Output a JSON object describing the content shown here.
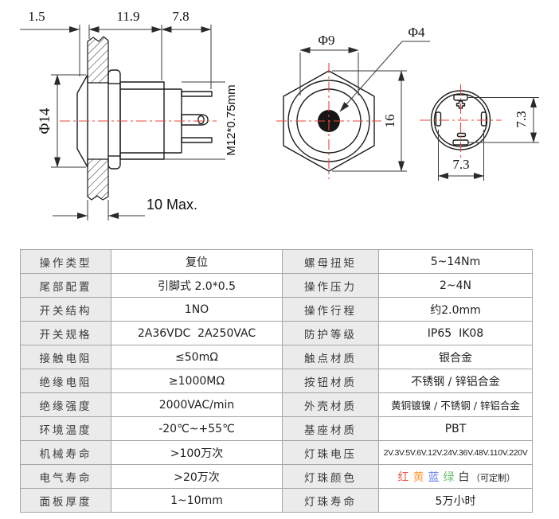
{
  "colors": {
    "line": "#1c1c1c",
    "centerline_red": "#e8453c",
    "table_border": "#a5a5a5",
    "label_cell_bg": "#ebebeb",
    "led_red": "#f05042",
    "led_yellow": "#ff9d3c",
    "led_blue": "#5e7ef2",
    "led_green": "#6abf6e"
  },
  "drawings": {
    "side_view": {
      "dim_flange": "1.5",
      "dim_body": "11.9",
      "dim_pins": "7.8",
      "dim_diameter": "Φ14",
      "dim_thread": "M12*0.75mm",
      "dim_panel_max": "10 Max."
    },
    "front_view": {
      "dim_button": "Φ9",
      "dim_led": "Φ4",
      "dim_across": "16"
    },
    "back_view": {
      "dim_pin_spacing_h": "7.3",
      "dim_pin_spacing_v": "7.3"
    }
  },
  "spec_table": {
    "rows": [
      {
        "l_label": "操作类型",
        "l_value": "复位",
        "r_label": "螺母扭矩",
        "r_value": "5~14Nm"
      },
      {
        "l_label": "尾部配置",
        "l_value": "引脚式 2.0*0.5",
        "r_label": "操作压力",
        "r_value": "2~4N"
      },
      {
        "l_label": "开关结构",
        "l_value": "1NO",
        "r_label": "操作行程",
        "r_value": "约2.0mm"
      },
      {
        "l_label": "开关规格",
        "l_value": "2A36VDC  2A250VAC",
        "r_label": "防护等级",
        "r_value": "IP65  IK08"
      },
      {
        "l_label": "接触电阻",
        "l_value": "≤50mΩ",
        "r_label": "触点材质",
        "r_value": "银合金"
      },
      {
        "l_label": "绝缘电阻",
        "l_value": "≥1000MΩ",
        "r_label": "按钮材质",
        "r_value": "不锈钢 / 锌铝合金"
      },
      {
        "l_label": "绝缘强度",
        "l_value": "2000VAC/min",
        "r_label": "外壳材质",
        "r_value": "黄铜镀镍 / 不锈钢 / 锌铝合金"
      },
      {
        "l_label": "环境温度",
        "l_value": "-20℃~+55℃",
        "r_label": "基座材质",
        "r_value": "PBT"
      },
      {
        "l_label": "机械寿命",
        "l_value": ">100万次",
        "r_label": "灯珠电压",
        "r_value": "2V.3V.5V.6V.12V.24V.36V.48V.110V.220V"
      },
      {
        "l_label": "电气寿命",
        "l_value": ">20万次",
        "r_label": "灯珠颜色",
        "r_value": ""
      },
      {
        "l_label": "面板厚度",
        "l_value": "1~10mm",
        "r_label": "灯珠寿命",
        "r_value": "5万小时"
      }
    ],
    "led_colors": {
      "options": [
        {
          "text": "红",
          "color": "#f05042"
        },
        {
          "text": "黄",
          "color": "#ff9d3c"
        },
        {
          "text": "蓝",
          "color": "#5e7ef2"
        },
        {
          "text": "绿",
          "color": "#6abf6e"
        },
        {
          "text": "白",
          "color": "#333333"
        }
      ],
      "note": "（可定制）"
    }
  }
}
